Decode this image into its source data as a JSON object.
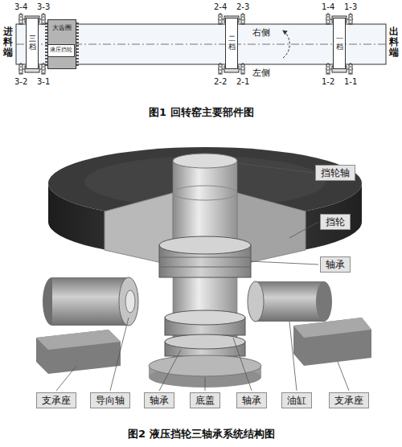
{
  "diagram": {
    "nodes": [
      {
        "text": [
          "三档"
        ]
      },
      {
        "text": [
          "大齿圈"
        ]
      },
      {
        "text": [
          "液压挡轮"
        ],
        "in": 1
      },
      {
        "text": [
          "二档"
        ]
      },
      {
        "text": [
          "一档"
        ]
      },
      {
        "text": [
          "挡轮轴"
        ]
      },
      {
        "text": [
          "挡轮"
        ]
      },
      {
        "text": [
          "轴承"
        ]
      },
      {
        "text": [
          "支承座"
        ]
      },
      {
        "text": [
          "导向轴"
        ]
      },
      {
        "text": [
          "轴承"
        ]
      },
      {
        "text": [
          "底盖"
        ]
      },
      {
        "text": [
          "轴承"
        ]
      },
      {
        "text": [
          "油缸"
        ]
      },
      {
        "text": [
          "支承座"
        ]
      }
    ],
    "labels": [
      "3-4",
      "3-3",
      "2-4",
      "2-3",
      "1-4",
      "1-3",
      "进料端",
      "右侧",
      "出料端",
      "左侧",
      "3-2",
      "3-1",
      "2-2",
      "2-1",
      "1-2",
      "1-1",
      "图1 回转窑主要部件图",
      "图2 液压挡轮三轴承系统结构图"
    ]
  }
}
